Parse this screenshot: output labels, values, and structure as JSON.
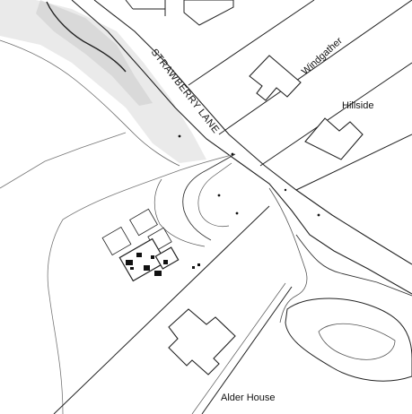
{
  "map": {
    "road_label": "STRAWBERRY LANE",
    "labels": {
      "windgather": "Windgather",
      "hillside": "Hillside",
      "alder_house": "Alder House"
    }
  }
}
